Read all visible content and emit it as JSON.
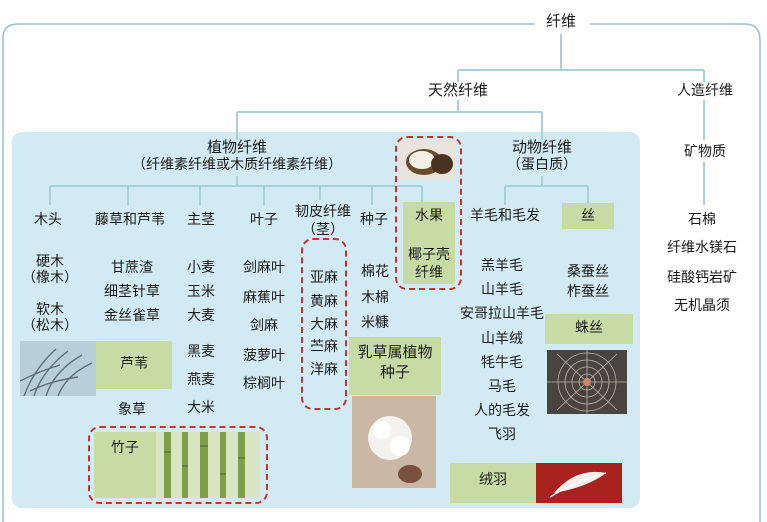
{
  "root": "纤维",
  "natural": "天然纤维",
  "manmade": "人造纤维",
  "plant": {
    "title": "植物纤维",
    "subtitle": "（纤维素纤维或木质纤维素纤维）"
  },
  "animal": {
    "title": "动物纤维",
    "subtitle": "（蛋白质）"
  },
  "mineral": {
    "title": "矿物质",
    "items": [
      "石棉",
      "纤维水镁石",
      "硅酸钙岩矿",
      "无机晶须"
    ]
  },
  "wood": {
    "title": "木头",
    "items": [
      "硬木",
      "（橡木）",
      "软木",
      "（松木）"
    ]
  },
  "grass": {
    "title": "藤草和芦苇",
    "items": [
      "甘蔗渣",
      "细茎针草",
      "金丝雀草"
    ],
    "reed": "芦苇",
    "elephant": "象草",
    "bamboo": "竹子"
  },
  "stem": {
    "title": "主茎",
    "items": [
      "小麦",
      "玉米",
      "大麦",
      "黑麦",
      "燕麦",
      "大米"
    ]
  },
  "leaf": {
    "title": "叶子",
    "items": [
      "剑麻叶",
      "麻蕉叶",
      "剑麻",
      "菠萝叶",
      "棕榈叶"
    ]
  },
  "bast": {
    "title": "韧皮纤维（茎）",
    "items": [
      "亚麻",
      "黄麻",
      "大麻",
      "苎麻",
      "洋麻"
    ]
  },
  "seed": {
    "title": "种子",
    "items": [
      "棉花",
      "木棉",
      "米糠"
    ],
    "milkweed": "乳草属植物种子"
  },
  "fruit": {
    "title": "水果",
    "coconut": "椰子壳纤维"
  },
  "wool": {
    "title": "羊毛和毛发",
    "items": [
      "羔羊毛",
      "山羊毛",
      "安哥拉山羊毛",
      "山羊绒",
      "牦牛毛",
      "马毛",
      "人的毛发",
      "飞羽"
    ]
  },
  "silk": {
    "title": "丝",
    "items": [
      "桑蚕丝",
      "柞蚕丝"
    ],
    "spider": "蛛丝"
  },
  "down": "绒羽",
  "colors": {
    "panel": "#d2eaf3",
    "label": "#c7dca5",
    "dash": "#c8322e",
    "line": "#a9cfd8"
  }
}
